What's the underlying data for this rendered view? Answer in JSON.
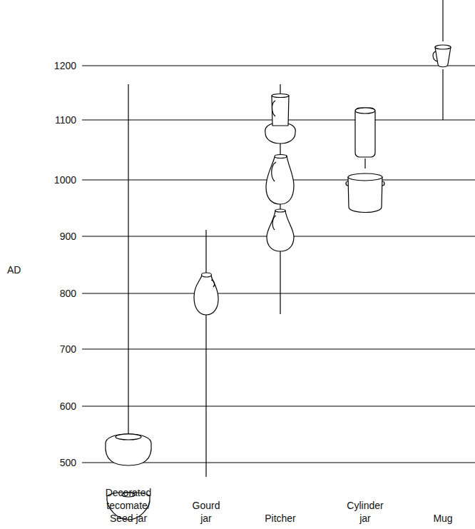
{
  "diagram": {
    "labels": [
      "1200",
      "1100",
      "1000",
      "900",
      "800",
      "700",
      "600",
      "500",
      "AD",
      "Decorated tecomate/ Seed jar",
      "Gourd jar",
      "Pitcher",
      "Cylinder jar",
      "Mug"
    ]
  }
}
